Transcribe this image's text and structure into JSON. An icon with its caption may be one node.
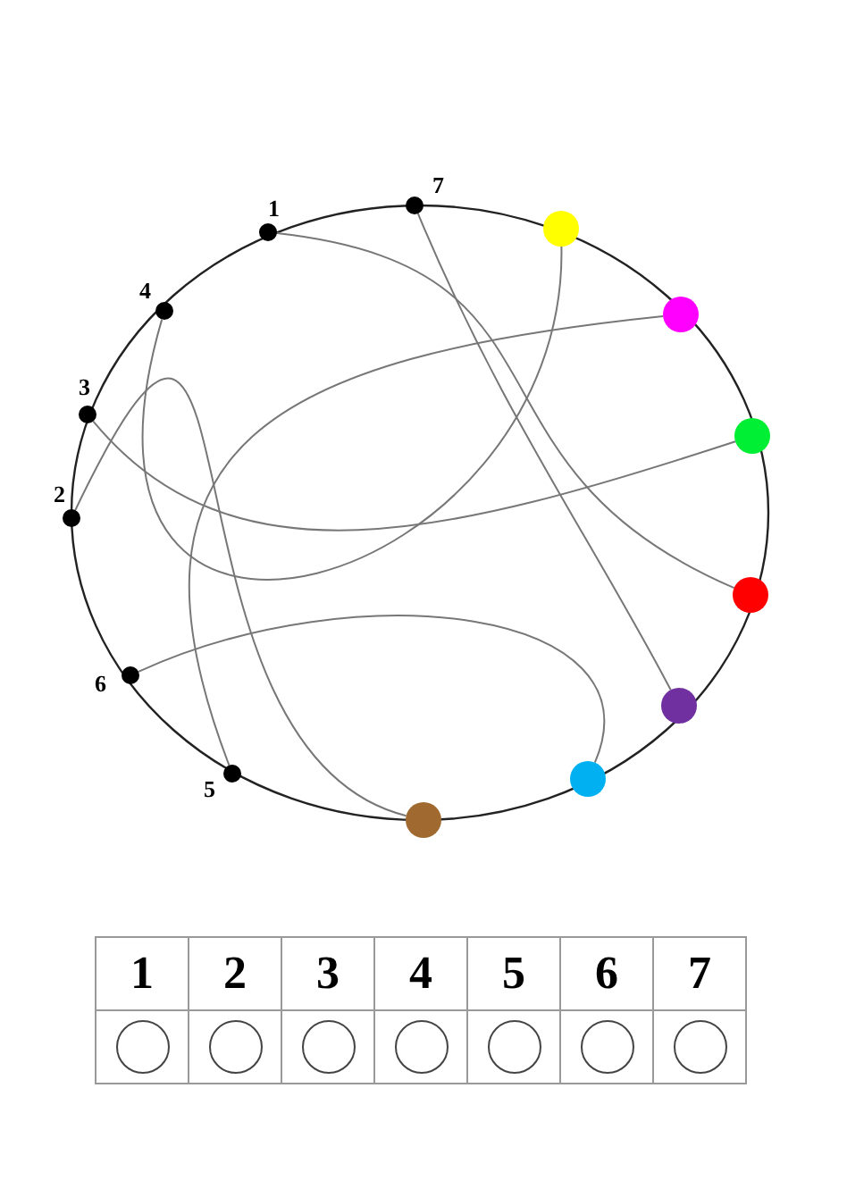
{
  "diagram": {
    "nodes": [
      {
        "text": [],
        "shape": "circle",
        "beside": [
          "1"
        ]
      },
      {
        "text": [],
        "shape": "circle",
        "beside": [
          "2"
        ]
      },
      {
        "text": [],
        "shape": "circle",
        "beside": [
          "3"
        ]
      },
      {
        "text": [],
        "shape": "circle",
        "beside": [
          "4"
        ]
      },
      {
        "text": [],
        "shape": "circle",
        "beside": [
          "5"
        ]
      },
      {
        "text": [],
        "shape": "circle",
        "beside": [
          "6"
        ]
      },
      {
        "text": [],
        "shape": "circle",
        "beside": [
          "7"
        ]
      },
      {
        "text": [],
        "shape": "circle"
      },
      {
        "text": [],
        "shape": "circle"
      },
      {
        "text": [],
        "shape": "circle"
      },
      {
        "text": [],
        "shape": "circle"
      },
      {
        "text": [],
        "shape": "circle"
      },
      {
        "text": [],
        "shape": "circle"
      },
      {
        "text": [],
        "shape": "circle"
      }
    ],
    "edges": [
      {
        "from": 0,
        "to": 10,
        "arrow": "none"
      },
      {
        "from": 1,
        "to": 13,
        "arrow": "none"
      },
      {
        "from": 2,
        "to": 9,
        "arrow": "none"
      },
      {
        "from": 3,
        "to": 7,
        "arrow": "none"
      },
      {
        "from": 4,
        "to": 8,
        "arrow": "none"
      },
      {
        "from": 5,
        "to": 12,
        "arrow": "none"
      },
      {
        "from": 6,
        "to": 11,
        "arrow": "none"
      }
    ],
    "labels": [
      "1",
      "2",
      "3",
      "4",
      "5",
      "6",
      "7"
    ]
  }
}
